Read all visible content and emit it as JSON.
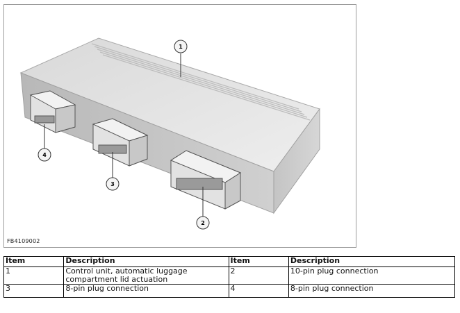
{
  "figure": {
    "code": "FB4109002",
    "callouts": [
      "1",
      "2",
      "3",
      "4"
    ]
  },
  "legend": {
    "headers": [
      "Item",
      "Description",
      "Item",
      "Description"
    ],
    "rows": [
      [
        {
          "item": "1",
          "description": "Control unit, automatic luggage compartment lid actuation"
        },
        {
          "item": "2",
          "description": "10-pin plug connection"
        }
      ],
      [
        {
          "item": "3",
          "description": "8-pin plug connection"
        },
        {
          "item": "4",
          "description": "8-pin plug connection"
        }
      ]
    ]
  }
}
